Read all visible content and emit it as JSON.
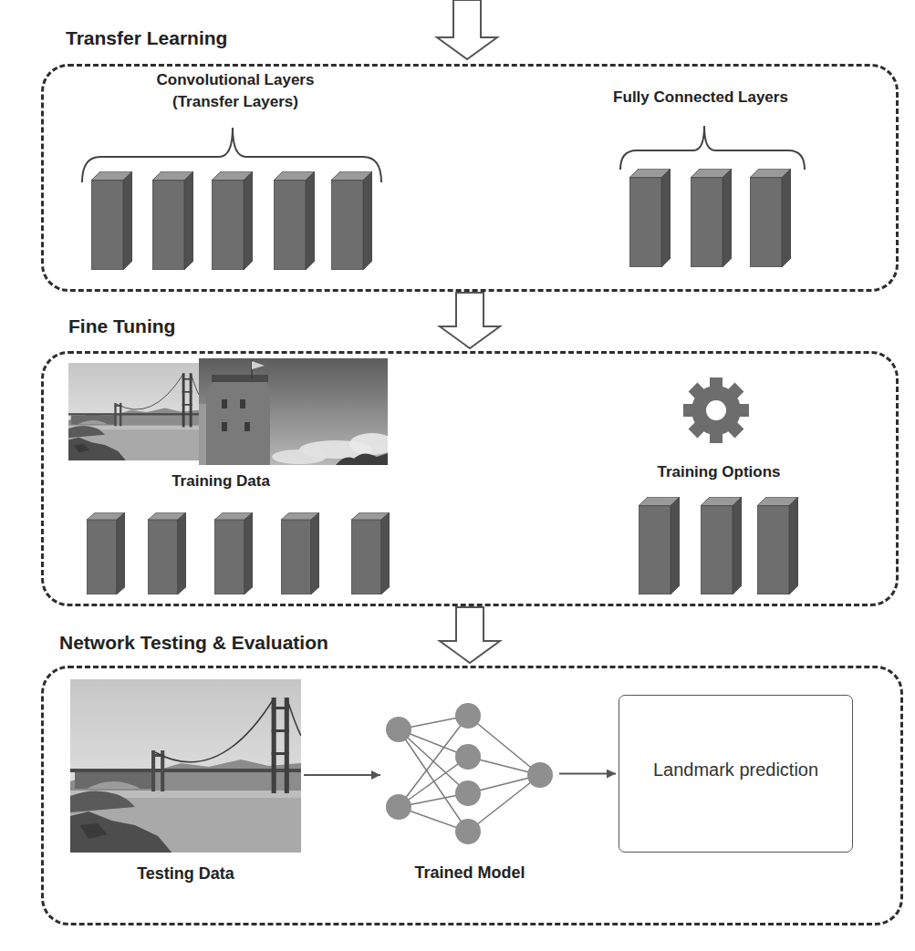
{
  "diagram": {
    "nodes": [
      {
        "text": [
          "Transfer Learning"
        ]
      },
      {
        "text": [
          "Fine Tuning"
        ]
      },
      {
        "text": [
          "Network Testing & Evaluation"
        ]
      },
      {
        "text": [
          "Testing Data"
        ],
        "in": 2
      },
      {
        "text": [
          "Trained Model"
        ],
        "in": 2
      },
      {
        "text": [
          "Landmark prediction"
        ],
        "in": 2
      }
    ],
    "edges": [
      {
        "from": 0,
        "to": 1,
        "arrow": "to"
      },
      {
        "from": 1,
        "to": 2,
        "arrow": "to"
      },
      {
        "from": 3,
        "to": 4,
        "arrow": "to"
      },
      {
        "from": 4,
        "to": 5,
        "arrow": "to"
      }
    ],
    "labels": [
      "Convolutional Layers (Transfer Layers)",
      "Fully Connected Layers",
      "Training Data",
      "Training Options"
    ]
  }
}
